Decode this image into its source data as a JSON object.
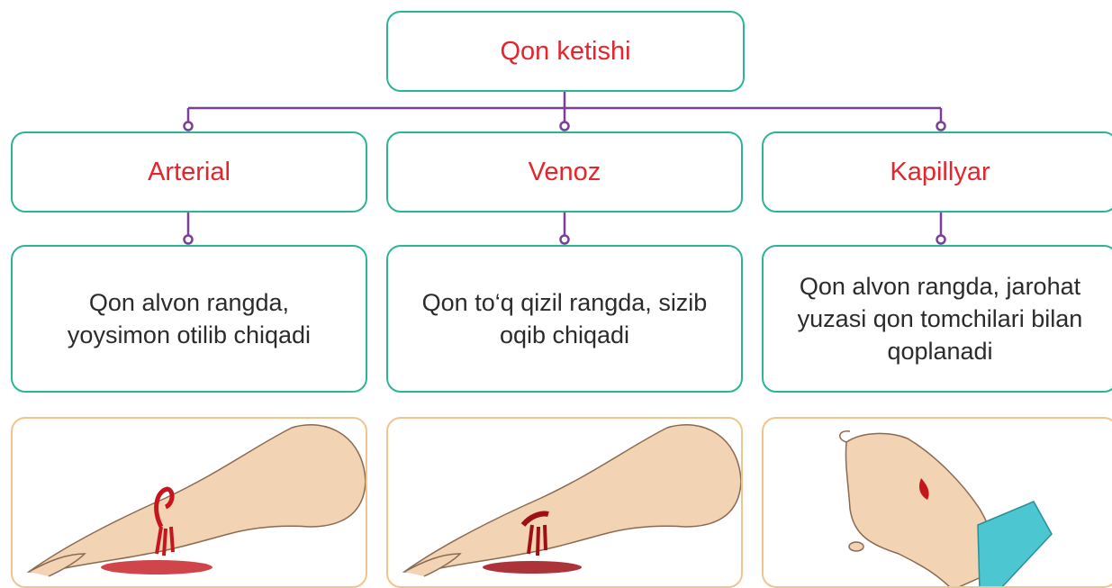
{
  "root": {
    "label": "Qon ketishi"
  },
  "types": [
    {
      "label": "Arterial",
      "description": "Qon alvon rangda, yoysimon otilib chiqadi"
    },
    {
      "label": "Venoz",
      "description": "Qon to‘q qizil rangda, sizib oqib chiqadi"
    },
    {
      "label": "Kapillyar",
      "description": "Qon alvon rangda, jarohat yuzasi qon tomchilari bilan qoplanadi"
    }
  ],
  "colors": {
    "box_border": "#2bb596",
    "connector": "#7b3f98",
    "title_text": "#e5242c",
    "picture_border": "#f2c48d",
    "blood": "#c4161c",
    "skin": "#f2d3b3"
  }
}
